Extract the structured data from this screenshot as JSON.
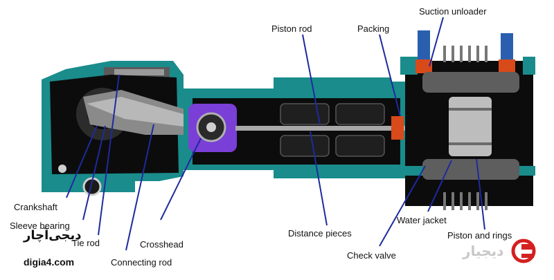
{
  "labels": {
    "suction_unloader": "Suction unloader",
    "piston_rod": "Piston rod",
    "packing": "Packing",
    "crankshaft": "Crankshaft",
    "sleeve_bearing": "Sleeve bearing",
    "tie_rod": "Tie rod",
    "crosshead": "Crosshead",
    "distance_pieces": "Distance pieces",
    "water_jacket": "Water jacket",
    "piston_and_rings": "Piston and rings",
    "check_valve": "Check valve",
    "connecting_rod": "Connecting rod"
  },
  "branding": {
    "persian_name": "دیجی‌آچار",
    "website": "digia4.com",
    "logo_text": "دیجیار"
  },
  "colors": {
    "teal": "#1a8c8c",
    "body": "#0c0c0c",
    "steel": "#9a9a9a",
    "purple": "#7a3fd6",
    "orange": "#d84a1a",
    "leader": "#1e2a9e",
    "logo_red": "#d42020"
  }
}
